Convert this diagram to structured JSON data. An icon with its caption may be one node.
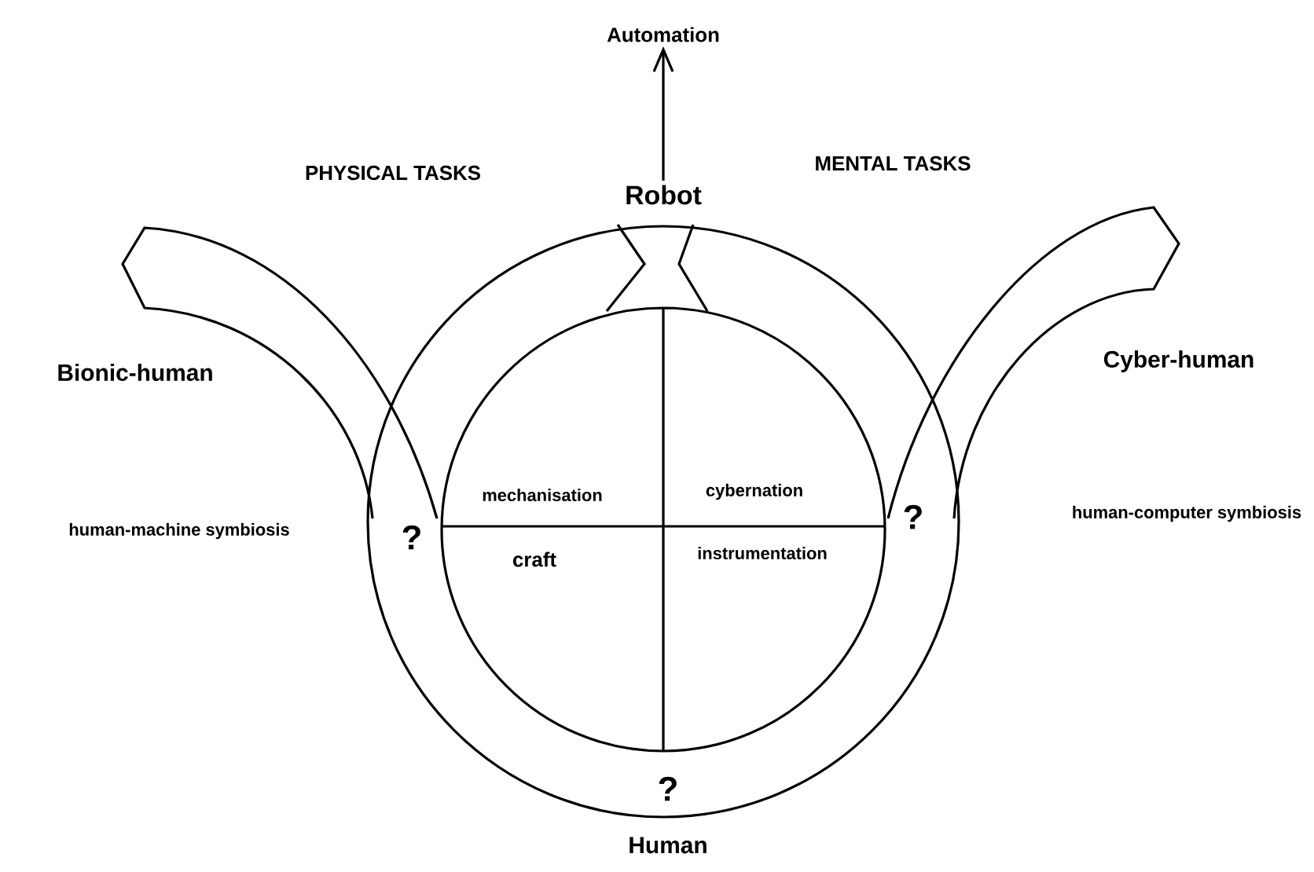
{
  "diagram": {
    "nodes": [
      {
        "text": [
          "Automation"
        ]
      },
      {
        "text": [
          "Robot"
        ]
      }
    ],
    "edges": [
      {
        "from": 1,
        "to": 0,
        "arrow": "to"
      }
    ],
    "labels": [
      "PHYSICAL TASKS",
      "MENTAL TASKS",
      "Bionic-human",
      "Cyber-human",
      "human-machine symbiosis",
      "?",
      "mechanisation",
      "cybernation",
      "craft",
      "instrumentation",
      "?",
      "human-computer symbiosis",
      "?",
      "Human"
    ]
  }
}
